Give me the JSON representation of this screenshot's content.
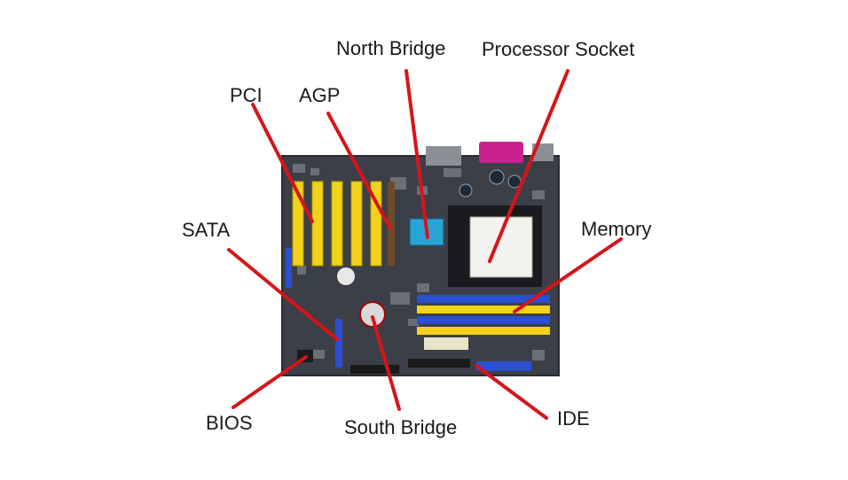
{
  "labels": {
    "north_bridge": "North Bridge",
    "processor_socket": "Processor Socket",
    "pci": "PCI",
    "agp": "AGP",
    "sata": "SATA",
    "memory": "Memory",
    "bios": "BIOS",
    "south_bridge": "South Bridge",
    "ide": "IDE"
  },
  "colors": {
    "pointer": "#d7141a",
    "board": "#3c3f47",
    "slot_yellow": "#f2d21a",
    "slot_blue": "#2a4fd1",
    "socket": "#f2f2ef",
    "northbridge_heatsink": "#27a6d6",
    "serial_port": "#c9218e"
  }
}
